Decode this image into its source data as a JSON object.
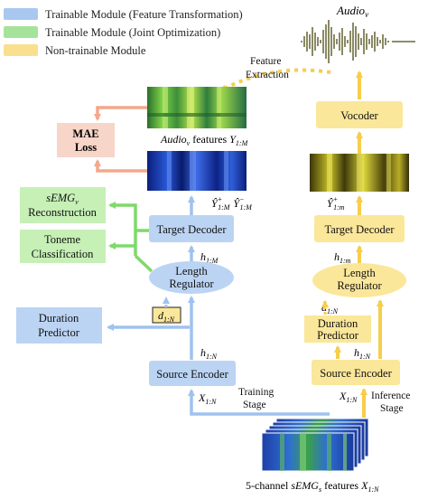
{
  "legend": [
    {
      "label": "Trainable Module (Feature Transformation)",
      "color": "#a9c8f0"
    },
    {
      "label": "Trainable Module (Joint Optimization)",
      "color": "#a6e39a"
    },
    {
      "label": "Non-trainable Module",
      "color": "#f8e08e"
    }
  ],
  "colors": {
    "blue_fill": "#bcd4f3",
    "blue_arrow": "#9fc2ee",
    "green_fill": "#c6f0b6",
    "green_arrow": "#7fd96a",
    "yellow_fill": "#fbe79a",
    "yellow_arrow": "#f7cd4a",
    "salmon_fill": "#f7d5c8",
    "salmon_arrow": "#f2a88c"
  },
  "audio": {
    "label_main": "Audio",
    "label_sub": "v"
  },
  "feature_extraction": {
    "line1": "Feature",
    "line2": "Extraction"
  },
  "mae_loss": {
    "line1": "MAE",
    "line2": "Loss"
  },
  "spectrogram_labels": {
    "audio_features_main": "Audio",
    "audio_features_sub": "v",
    "audio_features_rest": " features ",
    "audio_features_var": "Y",
    "audio_features_range": "1:M",
    "pred_left": "Ŷ",
    "pred_left_sup": "+",
    "pred_left_sub": "1:M",
    "pred_right": "Ŷ",
    "pred_right_sup": "−",
    "pred_right_sub": "1:M",
    "infer_pred": "Ŷ",
    "infer_pred_sup": "+",
    "infer_pred_sub": "1:m"
  },
  "training": {
    "semg_recon_main": "sEMG",
    "semg_recon_sub": "v",
    "semg_recon_line2": "Reconstruction",
    "toneme_line1": "Toneme",
    "toneme_line2": "Classification",
    "target_decoder": "Target Decoder",
    "h_upper_var": "h",
    "h_upper_sub": "1:M",
    "length_reg_line1": "Length",
    "length_reg_line2": "Regulator",
    "duration_var": "d",
    "duration_sub": "1:N",
    "duration_pred_line1": "Duration",
    "duration_pred_line2": "Predictor",
    "h_lower_var": "h",
    "h_lower_sub": "1:N",
    "source_encoder": "Source Encoder",
    "x_var": "X",
    "x_sub": "1:N",
    "stage_line1": "Training",
    "stage_line2": "Stage"
  },
  "inference": {
    "vocoder": "Vocoder",
    "target_decoder": "Target Decoder",
    "h_upper_var": "h",
    "h_upper_sub": "1:m",
    "length_reg_line1": "Length",
    "length_reg_line2": "Regulator",
    "duration_var": "d̂",
    "duration_sub": "1:N",
    "duration_pred_line1": "Duration",
    "duration_pred_line2": "Predictor",
    "h_lower_var": "h",
    "h_lower_sub": "1:N",
    "source_encoder": "Source Encoder",
    "x_var": "X",
    "x_sub": "1:N",
    "stage_line1": "Inference",
    "stage_line2": "Stage"
  },
  "input": {
    "prefix": "5-channel ",
    "semg_main": "sEMG",
    "semg_sub": "s",
    "rest": " features ",
    "var": "X",
    "range": "1:N"
  }
}
